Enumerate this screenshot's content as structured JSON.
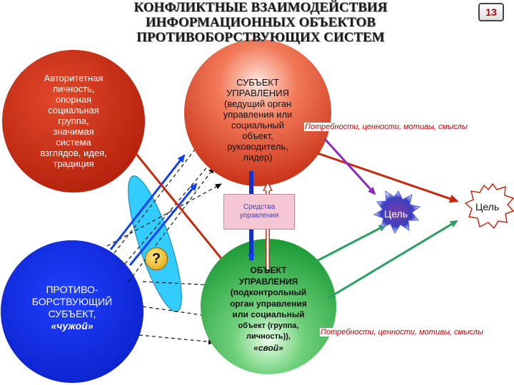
{
  "title": {
    "line1": "КОНФЛИКТНЫЕ ВЗАИМОДЕЙСТВИЯ",
    "line2": "ИНФОРМАЦИОННЫХ ОБЪЕКТОВ",
    "line3": "ПРОТИВОБОРСТВУЮЩИХ СИСТЕМ"
  },
  "slide_number": "13",
  "authority": {
    "lines": [
      "Авторитетная",
      "личность,",
      "опорная",
      "социальная",
      "группа,",
      "значимая",
      "система",
      "взглядов, идея,",
      "традиция"
    ]
  },
  "subject": {
    "lines": [
      "СУБЪЕКТ",
      "УПРАВЛЕНИЯ",
      "(ведущий орган",
      "управления или",
      "социальный",
      "объект,",
      "руководитель,",
      "лидер)"
    ]
  },
  "opponent": {
    "lines": [
      "ПРОТИВО-",
      "БОРСТВУЮЩИЙ",
      "СУБЪЕКТ,",
      "«чужой»"
    ]
  },
  "object": {
    "lines": [
      "ОБЪЕКТ",
      "УПРАВЛЕНИЯ",
      "(подконтрольный",
      "орган управления",
      "или социальный",
      "объект (группа,",
      "личность)),",
      "«свой»"
    ]
  },
  "means": {
    "lines": [
      "Средства",
      "управления"
    ]
  },
  "needs_top": "Потребности, ценности, мотивы, смыслы",
  "needs_bottom": "Потребности, ценности, мотивы, смыслы",
  "goal_star": "Цель",
  "goal_burst": "Цель",
  "question": "?",
  "colors": {
    "red_circle": "#c42a10",
    "blue_circle": "#1030e0",
    "green_circle": "#1a9a35",
    "cyan_ellipse": "#33ccff",
    "purple_star": "#7a3aa8",
    "text_red": "#c00000"
  }
}
